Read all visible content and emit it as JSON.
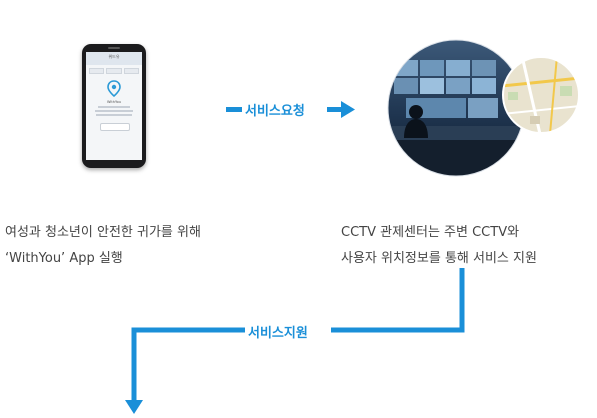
{
  "arrows": {
    "request_label": "서비스요청",
    "support_label": "서비스지원",
    "color": "#1a8fd8"
  },
  "phone": {
    "icon": "smartphone-icon",
    "screen_title": "위드유",
    "app_name": "WithYou"
  },
  "cctv": {
    "icon": "cctv-control-center-image",
    "map_icon": "map-inset-icon"
  },
  "captions": {
    "left_line1": "여성과 청소년이 안전한 귀가를 위해",
    "left_line2": "‘WithYou’ App 실행",
    "right_line1": "CCTV 관제센터는 주변 CCTV와",
    "right_line2": "사용자 위치정보를 통해 서비스 지원"
  }
}
